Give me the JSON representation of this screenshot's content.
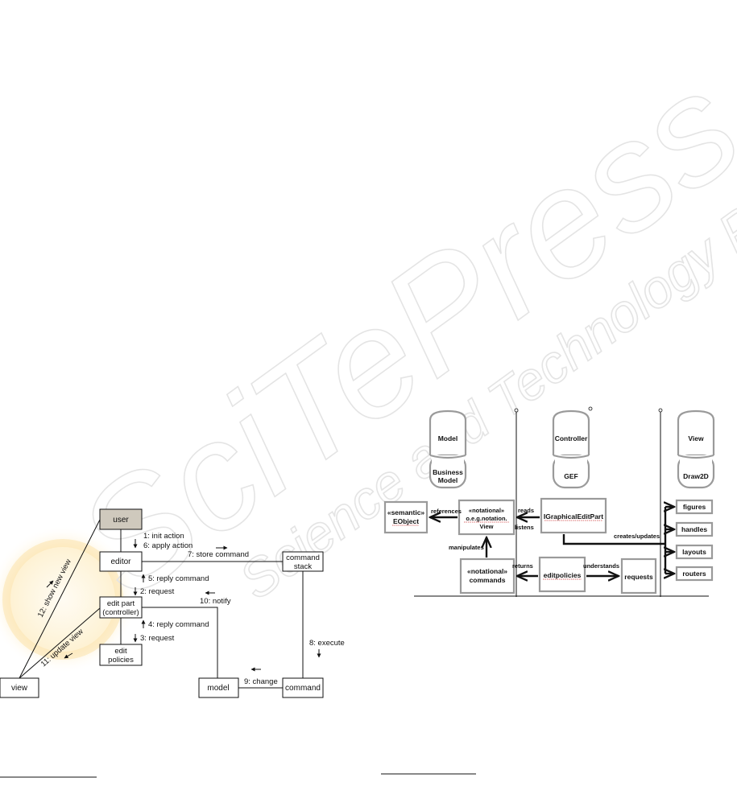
{
  "watermark": {
    "brand": "SciTePress",
    "tagline": "Science and Technology Publications"
  },
  "left_diagram": {
    "nodes": {
      "user": "user",
      "editor": "editor",
      "edit_part_line1": "edit part",
      "edit_part_line2": "(controller)",
      "edit_policies_line1": "edit",
      "edit_policies_line2": "policies",
      "view": "view",
      "model": "model",
      "command": "command",
      "command_stack_line1": "command",
      "command_stack_line2": "stack"
    },
    "messages": {
      "m1": "1: init action",
      "m6": "6: apply action",
      "m7": "7: store command",
      "m5": "5: reply command",
      "m2": "2: request",
      "m10": "10: notify",
      "m4": "4: reply command",
      "m3": "3: request",
      "m8": "8: execute",
      "m9": "9: change",
      "m11": "11: update view",
      "m12": "12: show new view"
    }
  },
  "right_diagram": {
    "columns": {
      "model": "Model",
      "business_line1": "Business",
      "business_line2": "Model",
      "controller": "Controller",
      "gef": "GEF",
      "view": "View",
      "draw2d": "Draw2D"
    },
    "boxes": {
      "semantic_line1": "«semantic»",
      "semantic_line2": "EObject",
      "notational_line1": "«notational»",
      "notational_line2": "o.e.g.notation.",
      "notational_line3": "View",
      "igraphical": "IGraphicalEditPart",
      "commands_line1": "«notational»",
      "commands_line2": "commands",
      "editpolicies": "editpolicies",
      "requests": "requests",
      "figures": "figures",
      "handles": "handles",
      "layouts": "layouts",
      "routers": "routers"
    },
    "labels": {
      "references": "references",
      "reads": "reads",
      "listens": "listens",
      "manipulates": "manipulates",
      "returns": "returns",
      "understands": "understands",
      "creates_updates": "creates/updates"
    }
  }
}
